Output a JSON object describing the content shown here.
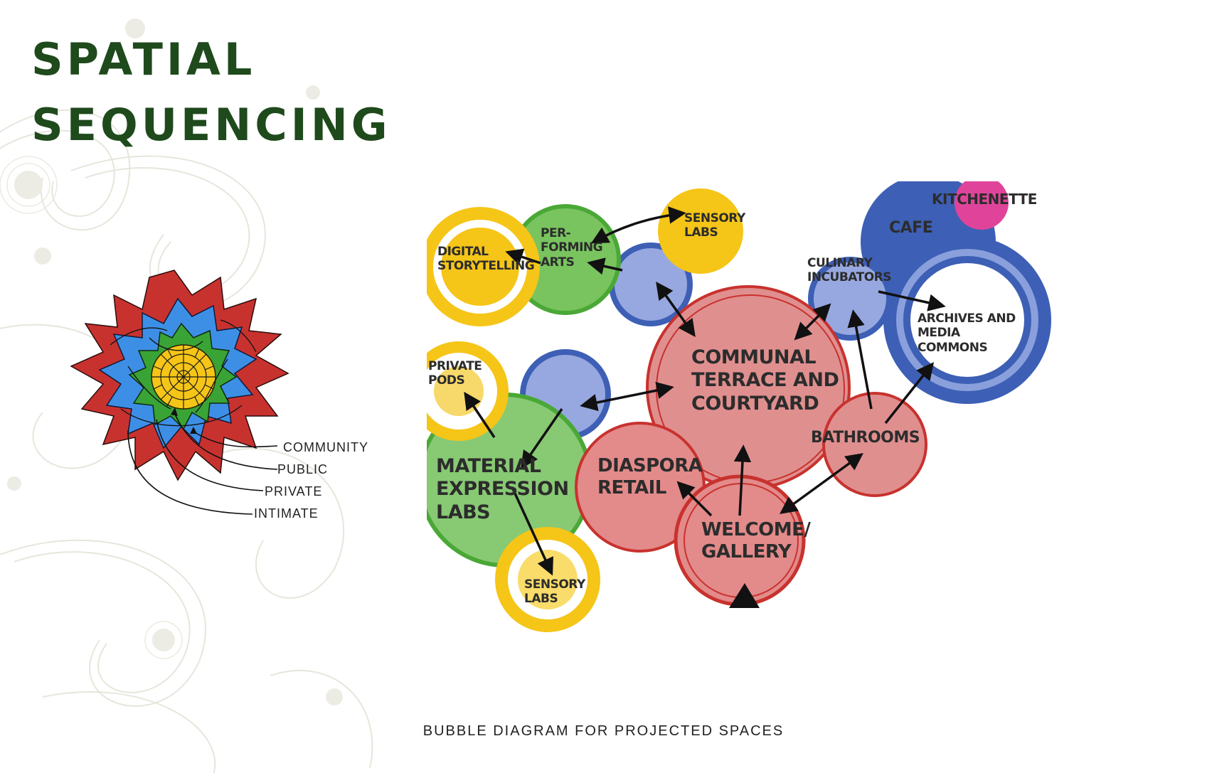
{
  "title": {
    "line1": "SPATIAL",
    "line2": "SEQUENCING"
  },
  "colors": {
    "title": "#1f4a1c",
    "community_red": "#c8322e",
    "public_blue": "#3d5fb5",
    "private_green": "#5fb544",
    "intimate_yellow": "#f5c518",
    "kitchen_pink": "#e0449a"
  },
  "legend": {
    "items": [
      {
        "label": "COMMUNITY",
        "color": "#c8322e"
      },
      {
        "label": "PUBLIC",
        "color": "#3d8fe6"
      },
      {
        "label": "PRIVATE",
        "color": "#3aa336"
      },
      {
        "label": "INTIMATE",
        "color": "#f5c518"
      }
    ]
  },
  "bubbles": {
    "digital_storytelling": "DIGITAL\nSTORYTELLING",
    "performing_arts": "PER-\nFORMING\nARTS",
    "sensory_labs_top": "SENSORY\nLABS",
    "private_pods": "PRIVATE\nPODS",
    "material_expression_labs": "MATERIAL\nEXPRESSION\nLABS",
    "sensory_labs_bottom": "SENSORY\nLABS",
    "communal_terrace": "COMMUNAL\nTERRACE AND\nCOURTYARD",
    "diaspora_retail": "DIASPORA\nRETAIL",
    "welcome_gallery": "WELCOME/\nGALLERY",
    "bathrooms": "BATHROOMS",
    "culinary_incubators": "CULINARY\nINCUBATORS",
    "cafe": "CAFE",
    "kitchenette": "KITCHENETTE",
    "archives_media": "ARCHIVES AND\nMEDIA\nCOMMONS"
  },
  "caption": "BUBBLE DIAGRAM FOR PROJECTED SPACES"
}
